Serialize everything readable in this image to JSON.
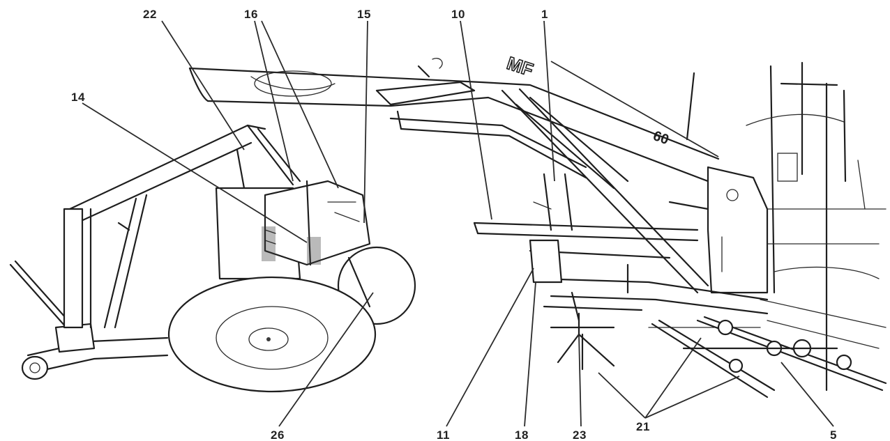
{
  "diagram": {
    "callouts": [
      {
        "id": "c22",
        "label": "22"
      },
      {
        "id": "c16",
        "label": "16"
      },
      {
        "id": "c15",
        "label": "15"
      },
      {
        "id": "c10",
        "label": "10"
      },
      {
        "id": "c1",
        "label": "1"
      },
      {
        "id": "c14",
        "label": "14"
      },
      {
        "id": "c26",
        "label": "26"
      },
      {
        "id": "c11",
        "label": "11"
      },
      {
        "id": "c18",
        "label": "18"
      },
      {
        "id": "c23",
        "label": "23"
      },
      {
        "id": "c21",
        "label": "21"
      },
      {
        "id": "c5",
        "label": "5"
      }
    ],
    "arm_lettering": "MF",
    "boom_lettering": "60"
  }
}
